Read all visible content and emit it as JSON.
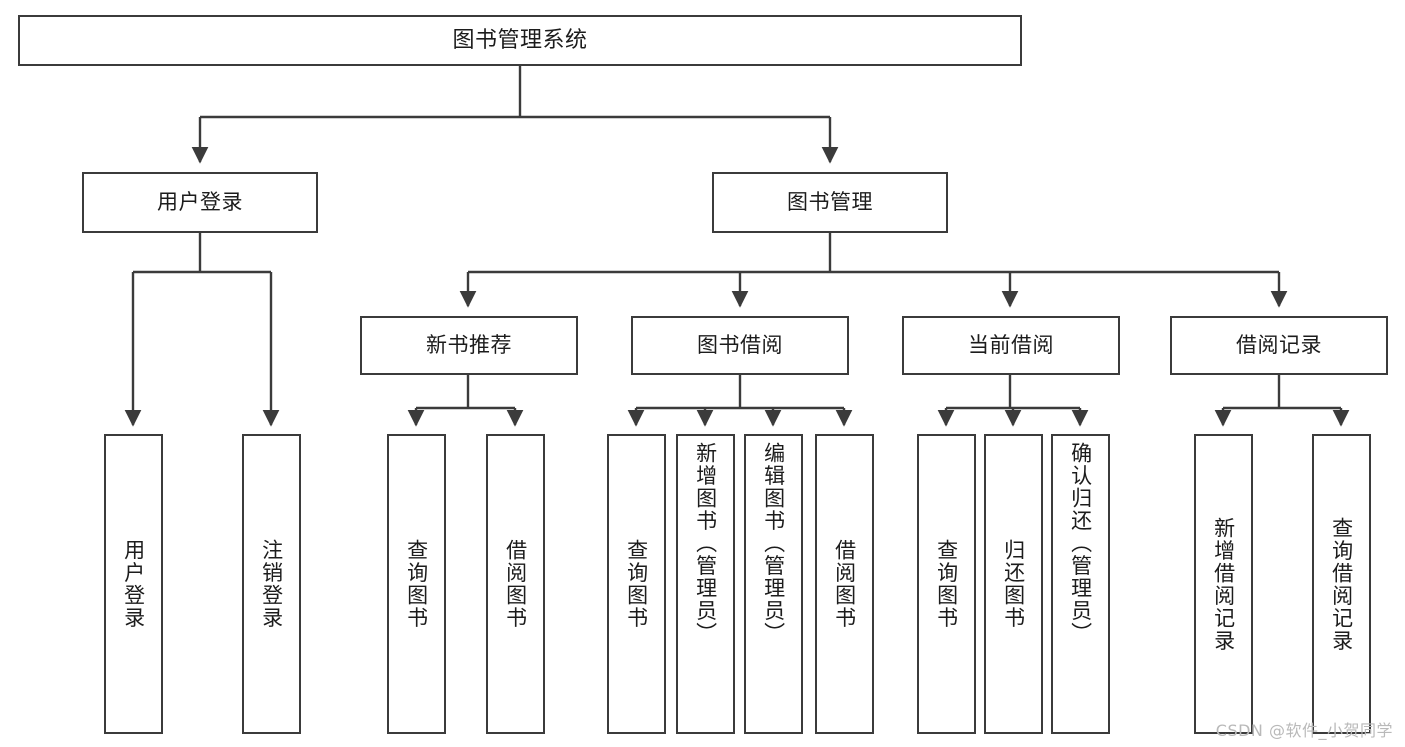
{
  "diagram": {
    "type": "tree",
    "title": "图书管理系统",
    "orientation": "top-down",
    "colors": {
      "border": "#3b3b3b",
      "fill": "#ffffff",
      "text": "#1c1c1c",
      "edge": "#3b3b3b",
      "watermark": "#b9b9b9"
    },
    "root": {
      "label": "图书管理系统"
    },
    "level2": [
      {
        "label": "用户登录"
      },
      {
        "label": "图书管理"
      }
    ],
    "level3": [
      {
        "label": "新书推荐"
      },
      {
        "label": "图书借阅"
      },
      {
        "label": "当前借阅"
      },
      {
        "label": "借阅记录"
      }
    ],
    "leaves": {
      "user_login": [
        {
          "label": "用户登录"
        },
        {
          "label": "注销登录"
        }
      ],
      "new_book_recommend": [
        {
          "label": "查询图书"
        },
        {
          "label": "借阅图书"
        }
      ],
      "book_borrow": [
        {
          "label": "查询图书"
        },
        {
          "label": "新增图书（管理员）"
        },
        {
          "label": "编辑图书（管理员）"
        },
        {
          "label": "借阅图书"
        }
      ],
      "current_borrow": [
        {
          "label": "查询图书"
        },
        {
          "label": "归还图书"
        },
        {
          "label": "确认归还（管理员）"
        }
      ],
      "borrow_record": [
        {
          "label": "新增借阅记录"
        },
        {
          "label": "查询借阅记录"
        }
      ]
    }
  },
  "watermark": {
    "text": "CSDN @软件_小贺同学"
  }
}
